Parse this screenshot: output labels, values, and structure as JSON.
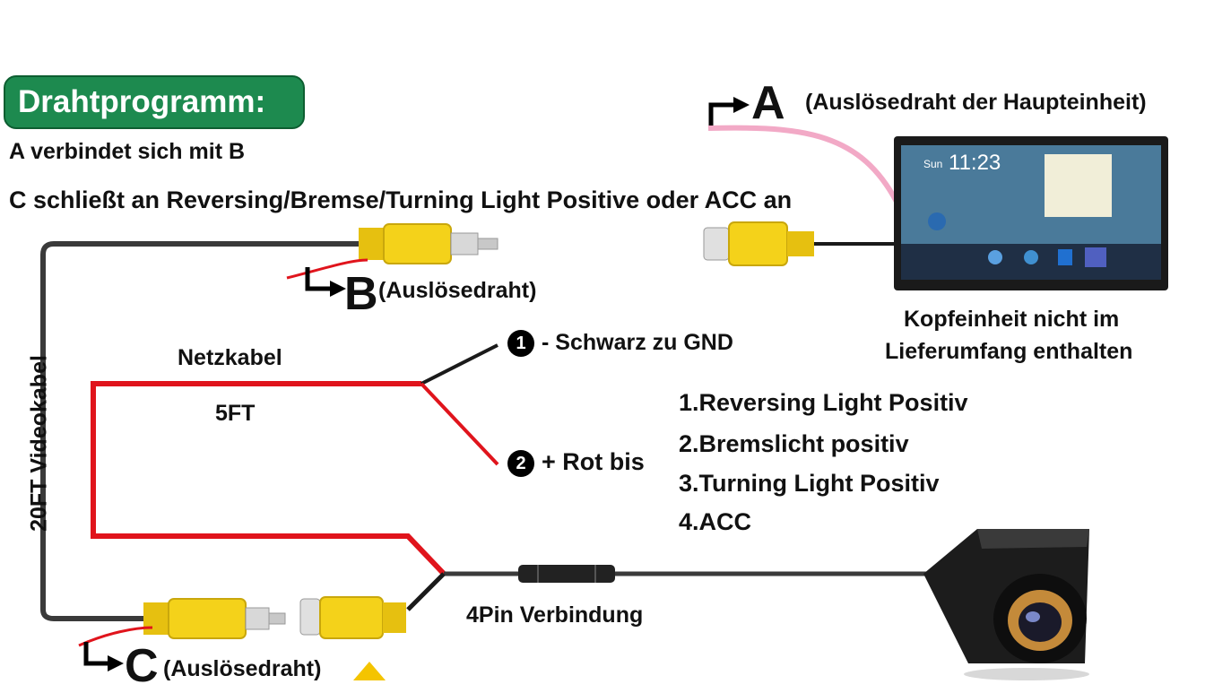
{
  "header": {
    "badge": "Drahtprogramm:",
    "line1": "A verbindet sich mit B",
    "line2": "C schließt an Reversing/Bremse/Turning Light Positive oder ACC an"
  },
  "labels": {
    "letter_a": "A",
    "a_desc": "(Auslösedraht der Haupteinheit)",
    "letter_b": "B",
    "b_desc": "(Auslösedraht)",
    "letter_c": "C",
    "c_desc": "(Auslösedraht)",
    "head_unit_note_1": "Kopfeinheit nicht im",
    "head_unit_note_2": "Lieferumfang enthalten",
    "video_cable": "20FT Videokabel",
    "power_cable": "Netzkabel",
    "power_length": "5FT",
    "wire_black_num": "1",
    "wire_black": "- Schwarz zu GND",
    "wire_red_num": "2",
    "wire_red": "+ Rot bis",
    "connector": "4Pin Verbindung"
  },
  "targets": [
    "1.Reversing Light Positiv",
    "2.Bremslicht positiv",
    "3.Turning Light Positiv",
    "4.ACC"
  ],
  "head_unit_screen": {
    "time": "11:23",
    "day": "Sun"
  },
  "colors": {
    "badge_bg": "#1d8a4f",
    "rca_yellow": "#f4d21a",
    "red_wire": "#e0141c",
    "pink_wire": "#f2a9c6",
    "black_wire": "#1a1a1a",
    "video_gray": "#3a3a3a"
  }
}
